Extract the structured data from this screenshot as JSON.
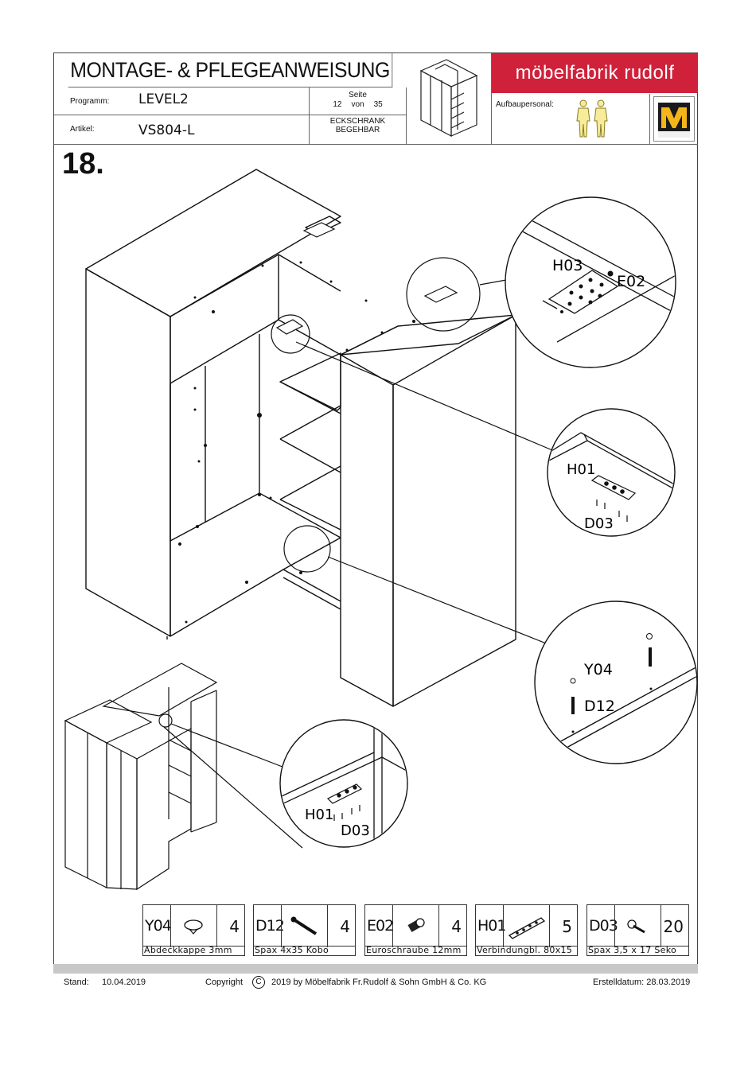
{
  "header": {
    "title": "MONTAGE- & PFLEGEANWEISUNG",
    "programm_label": "Programm:",
    "programm_value": "LEVEL2",
    "artikel_label": "Artikel:",
    "artikel_value": "VS804-L",
    "seite_label": "Seite",
    "seite_current": "12",
    "seite_von": "von",
    "seite_total": "35",
    "product_line1": "ECKSCHRANK",
    "product_line2": "BEGEHBAR",
    "brand": "möbelfabrik rudolf",
    "aufbau_label": "Aufbaupersonal:",
    "persons": 2
  },
  "step": "18.",
  "callouts": {
    "top_a": "H03",
    "top_b": "E02",
    "mid_a": "H01",
    "mid_b": "D03",
    "right_a": "Y04",
    "right_b": "D12",
    "small_a": "H01",
    "small_b": "D03"
  },
  "parts": [
    {
      "code": "Y04",
      "qty": "4",
      "name": "Abdeckkappe 3mm",
      "icon": "cap-icon"
    },
    {
      "code": "D12",
      "qty": "4",
      "name": "Spax 4x35 Kobo",
      "icon": "screw-icon"
    },
    {
      "code": "E02",
      "qty": "4",
      "name": "Euroschraube 12mm",
      "icon": "euroscrew-icon"
    },
    {
      "code": "H01",
      "qty": "5",
      "name": "Verbindungbl. 80x15",
      "icon": "plate-icon"
    },
    {
      "code": "D03",
      "qty": "20",
      "name": "Spax 3,5 x 17 Seko",
      "icon": "small-screw-icon"
    }
  ],
  "footer": {
    "stand_label": "Stand:",
    "stand_date": "10.04.2019",
    "copyright": "Copyright",
    "copyright_rest": "2019  by Möbelfabrik Fr.Rudolf & Sohn GmbH & Co. KG",
    "erstell": "Erstelldatum: 28.03.2019"
  }
}
